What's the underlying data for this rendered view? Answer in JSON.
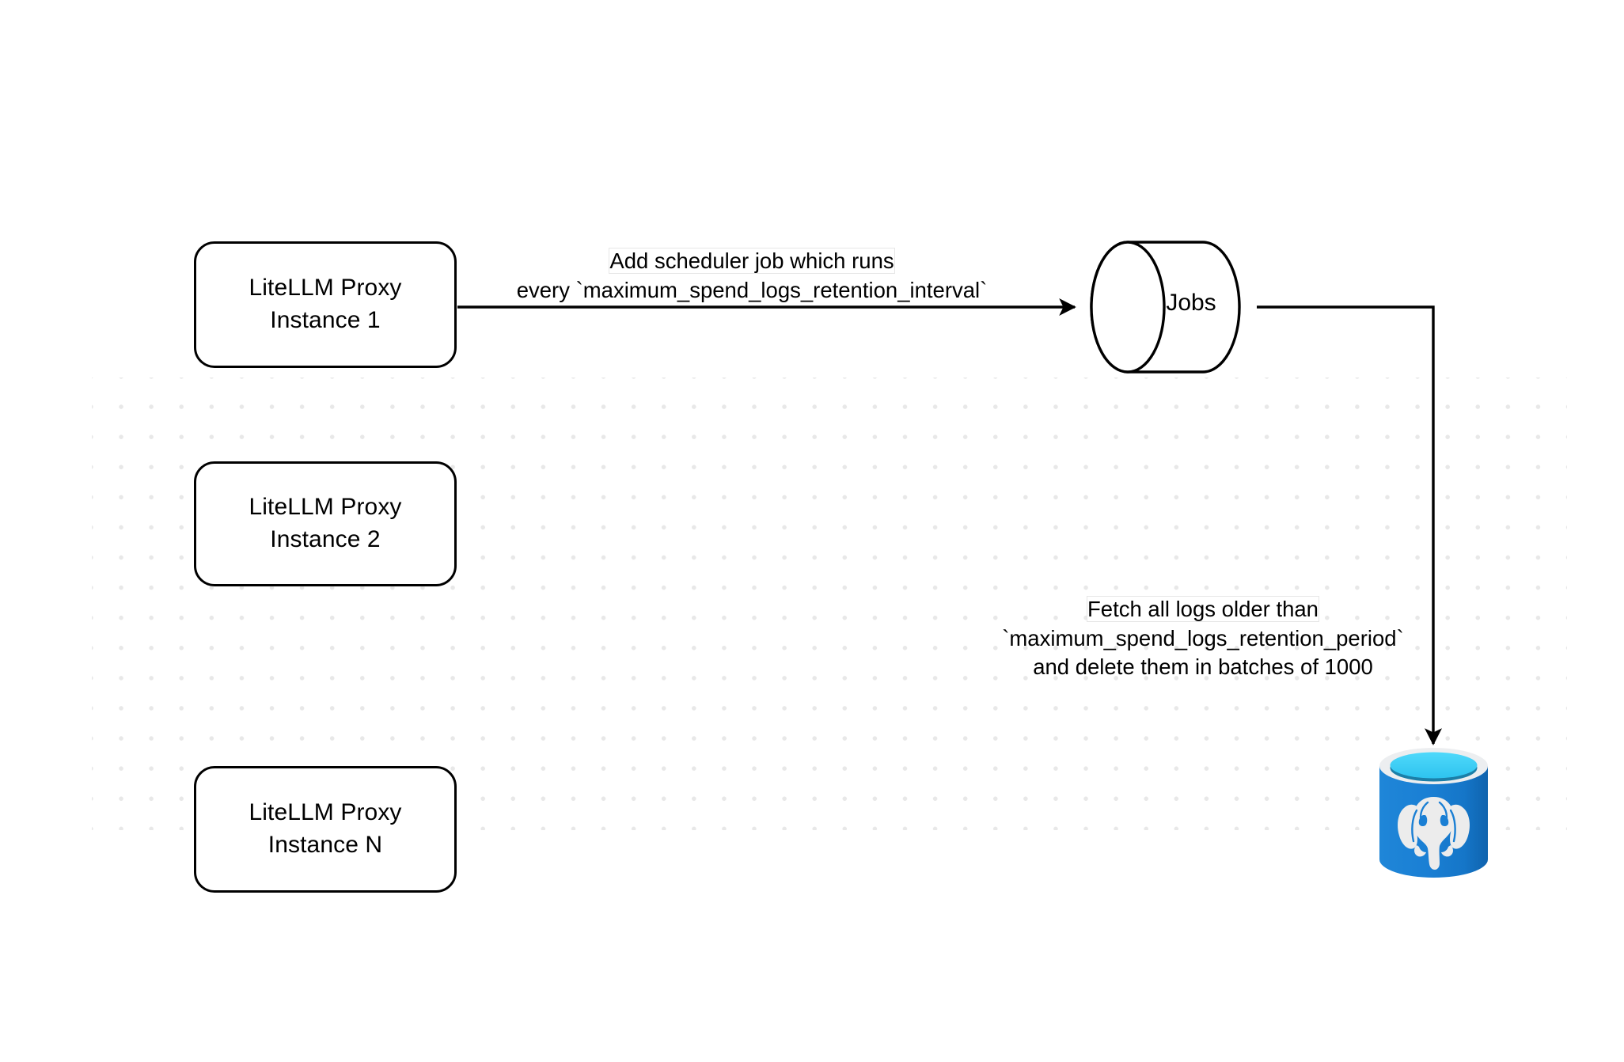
{
  "diagram": {
    "title": "LiteLLM spend logs retention scheduler flow",
    "background": "#ffffff",
    "grid_dot_color": "#e8e8e8",
    "stroke_color": "#000000"
  },
  "nodes": {
    "proxy_instances": [
      {
        "id": "proxy-1",
        "line1": "LiteLLM Proxy",
        "line2": "Instance 1"
      },
      {
        "id": "proxy-2",
        "line1": "LiteLLM Proxy",
        "line2": "Instance 2"
      },
      {
        "id": "proxy-3",
        "line1": "LiteLLM Proxy",
        "line2": "Instance N"
      }
    ],
    "jobs_store": {
      "label": "Jobs",
      "shape": "cylinder"
    },
    "database": {
      "icon": "postgresql-logo",
      "colors": {
        "body": "#1a7fd4",
        "body_dark": "#0f63ae",
        "rim": "#eceef0",
        "top_fill": "#36cdf5",
        "inner_shadow": "#1b7fa8",
        "elephant": "#ececec"
      }
    }
  },
  "edges": [
    {
      "id": "edge-scheduler",
      "from": "proxy-1",
      "to": "jobs_store",
      "label_lines": [
        "Add scheduler job which runs",
        "every `maximum_spend_logs_retention_interval`"
      ],
      "label_highlight": "Add scheduler"
    },
    {
      "id": "edge-fetch",
      "from": "jobs_store",
      "to": "database",
      "label_lines": [
        "Fetch all logs older than",
        "`maximum_spend_logs_retention_period`",
        "and delete them in batches of 1000"
      ],
      "label_highlight": "Fetch all logs older than"
    }
  ]
}
